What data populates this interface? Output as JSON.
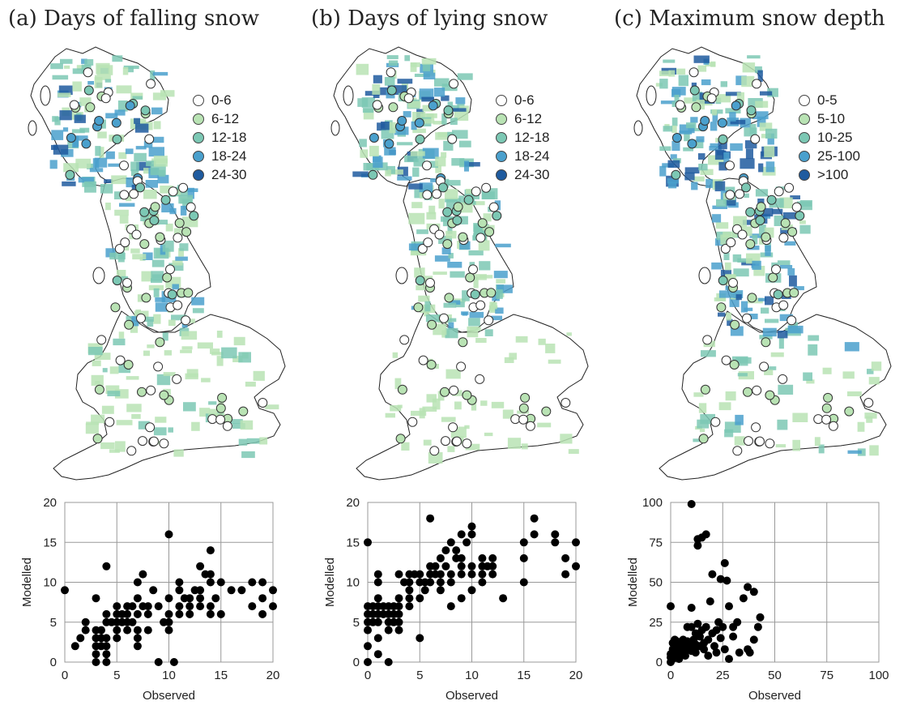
{
  "figure": {
    "panels": [
      {
        "title": "(a) Days of falling snow",
        "legend": [
          {
            "label": "0-6",
            "color": "#ffffff"
          },
          {
            "label": "6-12",
            "color": "#b9e3b4"
          },
          {
            "label": "12-18",
            "color": "#7cc8b4"
          },
          {
            "label": "18-24",
            "color": "#4aa0cd"
          },
          {
            "label": "24-30",
            "color": "#1f5b9f"
          }
        ]
      },
      {
        "title": "(b) Days of lying snow",
        "legend": [
          {
            "label": "0-6",
            "color": "#ffffff"
          },
          {
            "label": "6-12",
            "color": "#b9e3b4"
          },
          {
            "label": "12-18",
            "color": "#7cc8b4"
          },
          {
            "label": "18-24",
            "color": "#4aa0cd"
          },
          {
            "label": "24-30",
            "color": "#1f5b9f"
          }
        ]
      },
      {
        "title": "(c) Maximum snow depth",
        "legend": [
          {
            "label": "0-5",
            "color": "#ffffff"
          },
          {
            "label": "5-10",
            "color": "#b9e3b4"
          },
          {
            "label": "10-25",
            "color": "#7cc8b4"
          },
          {
            "label": "25-100",
            "color": "#4aa0cd"
          },
          {
            "label": ">100",
            "color": "#1f5b9f"
          }
        ]
      }
    ]
  },
  "chart_data": [
    {
      "type": "scatter",
      "xlabel": "Observed",
      "ylabel": "Modelled",
      "xlim": [
        0,
        20
      ],
      "ylim": [
        0,
        20
      ],
      "xticks": [
        0,
        5,
        10,
        15,
        20
      ],
      "yticks": [
        0,
        5,
        10,
        15,
        20
      ],
      "grid": true,
      "points": [
        [
          0,
          9
        ],
        [
          1,
          2
        ],
        [
          1.5,
          3
        ],
        [
          2,
          4
        ],
        [
          2,
          5
        ],
        [
          3,
          3
        ],
        [
          3,
          2
        ],
        [
          3,
          1
        ],
        [
          3,
          0
        ],
        [
          3,
          8
        ],
        [
          3,
          4
        ],
        [
          3.5,
          2
        ],
        [
          3.5,
          4
        ],
        [
          3.5,
          3
        ],
        [
          4,
          0
        ],
        [
          4,
          12
        ],
        [
          4,
          1
        ],
        [
          4,
          3
        ],
        [
          4,
          5
        ],
        [
          4,
          6
        ],
        [
          4,
          2
        ],
        [
          4.5,
          5
        ],
        [
          5,
          4
        ],
        [
          5,
          5
        ],
        [
          5,
          6
        ],
        [
          5,
          7
        ],
        [
          5,
          3
        ],
        [
          5.5,
          6
        ],
        [
          5.5,
          5
        ],
        [
          6,
          5
        ],
        [
          6,
          6
        ],
        [
          6,
          7
        ],
        [
          6,
          4
        ],
        [
          6.5,
          5
        ],
        [
          6.5,
          7
        ],
        [
          7,
          6
        ],
        [
          7,
          4
        ],
        [
          7,
          2
        ],
        [
          7,
          3
        ],
        [
          7,
          10
        ],
        [
          7,
          8
        ],
        [
          7.5,
          11
        ],
        [
          7.5,
          7
        ],
        [
          8,
          6
        ],
        [
          8,
          4
        ],
        [
          8,
          7
        ],
        [
          8.5,
          9
        ],
        [
          9,
          0
        ],
        [
          9,
          7
        ],
        [
          9.5,
          5
        ],
        [
          10,
          16
        ],
        [
          10,
          8
        ],
        [
          10,
          6
        ],
        [
          10,
          5
        ],
        [
          10,
          4
        ],
        [
          10.5,
          0
        ],
        [
          11,
          7
        ],
        [
          11,
          10
        ],
        [
          11,
          9
        ],
        [
          11,
          6
        ],
        [
          11.5,
          8
        ],
        [
          12,
          8
        ],
        [
          12,
          7
        ],
        [
          12,
          6
        ],
        [
          12.5,
          9
        ],
        [
          13,
          12
        ],
        [
          13,
          9
        ],
        [
          13,
          7
        ],
        [
          13,
          8
        ],
        [
          13.5,
          11
        ],
        [
          14,
          10
        ],
        [
          14,
          14
        ],
        [
          14,
          11
        ],
        [
          14,
          7
        ],
        [
          14,
          6
        ],
        [
          14.5,
          8
        ],
        [
          15,
          10
        ],
        [
          15,
          6
        ],
        [
          16,
          9
        ],
        [
          17,
          9
        ],
        [
          18,
          10
        ],
        [
          18,
          7
        ],
        [
          19,
          10
        ],
        [
          19,
          8
        ],
        [
          19,
          6
        ],
        [
          20,
          9
        ],
        [
          20,
          7
        ]
      ]
    },
    {
      "type": "scatter",
      "xlabel": "Observed",
      "ylabel": "Modelled",
      "xlim": [
        0,
        20
      ],
      "ylim": [
        0,
        20
      ],
      "xticks": [
        0,
        5,
        10,
        15,
        20
      ],
      "yticks": [
        0,
        5,
        10,
        15,
        20
      ],
      "grid": true,
      "points": [
        [
          0,
          15
        ],
        [
          0,
          7
        ],
        [
          0,
          6
        ],
        [
          0,
          5
        ],
        [
          0,
          4
        ],
        [
          0,
          2
        ],
        [
          0,
          0
        ],
        [
          0.5,
          7
        ],
        [
          0.5,
          6
        ],
        [
          0.5,
          5
        ],
        [
          1,
          10
        ],
        [
          1,
          11
        ],
        [
          1,
          8
        ],
        [
          1,
          7
        ],
        [
          1,
          6
        ],
        [
          1,
          5
        ],
        [
          1,
          3
        ],
        [
          1,
          1
        ],
        [
          1.5,
          7
        ],
        [
          1.5,
          6
        ],
        [
          2,
          7
        ],
        [
          2,
          6
        ],
        [
          2,
          5
        ],
        [
          2,
          4
        ],
        [
          2,
          0
        ],
        [
          2.5,
          7
        ],
        [
          2.5,
          6
        ],
        [
          2.5,
          5
        ],
        [
          3,
          11
        ],
        [
          3,
          8
        ],
        [
          3,
          7
        ],
        [
          3,
          6
        ],
        [
          3,
          5
        ],
        [
          3,
          4
        ],
        [
          3.5,
          10
        ],
        [
          4,
          11
        ],
        [
          4,
          10
        ],
        [
          4,
          9
        ],
        [
          4,
          8
        ],
        [
          4,
          7
        ],
        [
          4.5,
          11
        ],
        [
          5,
          11
        ],
        [
          5,
          10
        ],
        [
          5,
          8
        ],
        [
          5,
          3
        ],
        [
          5.5,
          9
        ],
        [
          5.5,
          10
        ],
        [
          6,
          18
        ],
        [
          6,
          11
        ],
        [
          6,
          10
        ],
        [
          6,
          12
        ],
        [
          6.5,
          12
        ],
        [
          6.5,
          11
        ],
        [
          7,
          13
        ],
        [
          7,
          11
        ],
        [
          7,
          10
        ],
        [
          7,
          9
        ],
        [
          7.5,
          12
        ],
        [
          7.5,
          14
        ],
        [
          8,
          15
        ],
        [
          8,
          11
        ],
        [
          8,
          10
        ],
        [
          8,
          7
        ],
        [
          8.5,
          14
        ],
        [
          8.5,
          13
        ],
        [
          9,
          16
        ],
        [
          9,
          13
        ],
        [
          9,
          12
        ],
        [
          9,
          11
        ],
        [
          9,
          8
        ],
        [
          9.5,
          15
        ],
        [
          10,
          17
        ],
        [
          10,
          16
        ],
        [
          10,
          12
        ],
        [
          10,
          11
        ],
        [
          10,
          9
        ],
        [
          11,
          13
        ],
        [
          11,
          12
        ],
        [
          11,
          11
        ],
        [
          11,
          10
        ],
        [
          11.5,
          12
        ],
        [
          12,
          13
        ],
        [
          12,
          12
        ],
        [
          12,
          11
        ],
        [
          13,
          8
        ],
        [
          15,
          15
        ],
        [
          15,
          13
        ],
        [
          15,
          10
        ],
        [
          16,
          18
        ],
        [
          16,
          16
        ],
        [
          18,
          16
        ],
        [
          18,
          15
        ],
        [
          19,
          13
        ],
        [
          19,
          11
        ],
        [
          20,
          15
        ],
        [
          20,
          12
        ]
      ]
    },
    {
      "type": "scatter",
      "xlabel": "Observed",
      "ylabel": "Modelled",
      "xlim": [
        0,
        100
      ],
      "ylim": [
        0,
        100
      ],
      "xticks": [
        0,
        25,
        50,
        75,
        100
      ],
      "yticks": [
        0,
        25,
        50,
        75,
        100
      ],
      "grid": true,
      "points": [
        [
          0,
          35
        ],
        [
          0,
          5
        ],
        [
          0,
          3
        ],
        [
          0,
          0
        ],
        [
          1,
          12
        ],
        [
          1,
          8
        ],
        [
          1,
          2
        ],
        [
          2,
          6
        ],
        [
          2,
          10
        ],
        [
          2,
          14
        ],
        [
          3,
          4
        ],
        [
          3,
          9
        ],
        [
          3,
          13
        ],
        [
          4,
          7
        ],
        [
          4,
          11
        ],
        [
          4,
          2
        ],
        [
          5,
          12
        ],
        [
          5,
          5
        ],
        [
          5,
          9
        ],
        [
          6,
          14
        ],
        [
          6,
          7
        ],
        [
          7,
          11
        ],
        [
          7,
          4
        ],
        [
          8,
          10
        ],
        [
          8,
          22
        ],
        [
          8,
          13
        ],
        [
          9,
          8
        ],
        [
          9,
          12
        ],
        [
          10,
          99
        ],
        [
          10,
          22
        ],
        [
          10,
          34
        ],
        [
          10,
          7
        ],
        [
          11,
          9
        ],
        [
          11,
          14
        ],
        [
          12,
          18
        ],
        [
          12,
          11
        ],
        [
          12,
          6
        ],
        [
          13,
          77
        ],
        [
          13,
          24
        ],
        [
          13,
          73
        ],
        [
          14,
          10
        ],
        [
          14,
          16
        ],
        [
          15,
          78
        ],
        [
          15,
          20
        ],
        [
          16,
          12
        ],
        [
          16,
          8
        ],
        [
          17,
          80
        ],
        [
          17,
          22
        ],
        [
          18,
          14
        ],
        [
          18,
          4
        ],
        [
          19,
          38
        ],
        [
          20,
          55
        ],
        [
          20,
          18
        ],
        [
          21,
          10
        ],
        [
          22,
          6
        ],
        [
          22,
          20
        ],
        [
          23,
          25
        ],
        [
          24,
          52
        ],
        [
          24,
          15
        ],
        [
          25,
          22
        ],
        [
          26,
          62
        ],
        [
          26,
          8
        ],
        [
          27,
          51
        ],
        [
          28,
          35
        ],
        [
          28,
          2
        ],
        [
          30,
          22
        ],
        [
          30,
          16
        ],
        [
          32,
          25
        ],
        [
          33,
          6
        ],
        [
          35,
          40
        ],
        [
          37,
          47
        ],
        [
          37,
          8
        ],
        [
          38,
          6
        ],
        [
          40,
          44
        ],
        [
          40,
          14
        ],
        [
          42,
          22
        ],
        [
          43,
          28
        ]
      ]
    }
  ]
}
